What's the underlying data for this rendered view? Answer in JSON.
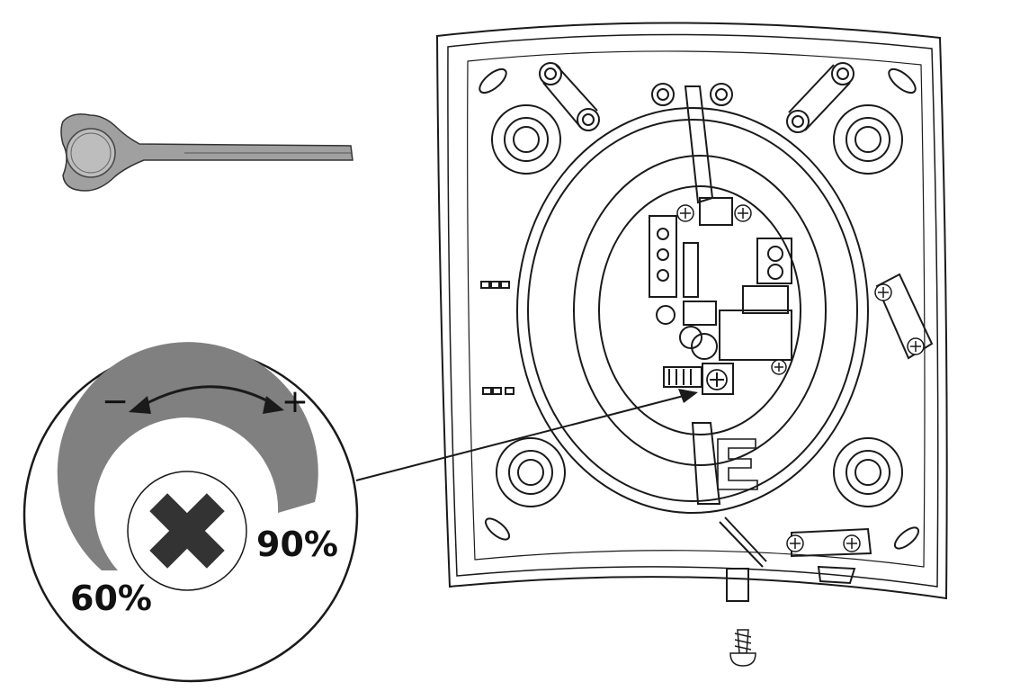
{
  "humidity_dial": {
    "min_label": "60%",
    "max_label": "90%",
    "decrease_sign": "−",
    "increase_sign": "+"
  },
  "colors": {
    "line": "#1a1a1a",
    "arc_fill": "#808080",
    "tool_fill": "#a0a0a0",
    "screw_mark": "#333333"
  },
  "parts": {
    "tool": "screwdriver-key",
    "housing": "fan-housing-back-plate",
    "adjuster": "humidity-adjustment-screw",
    "fixing_screw": "mounting-screw"
  }
}
